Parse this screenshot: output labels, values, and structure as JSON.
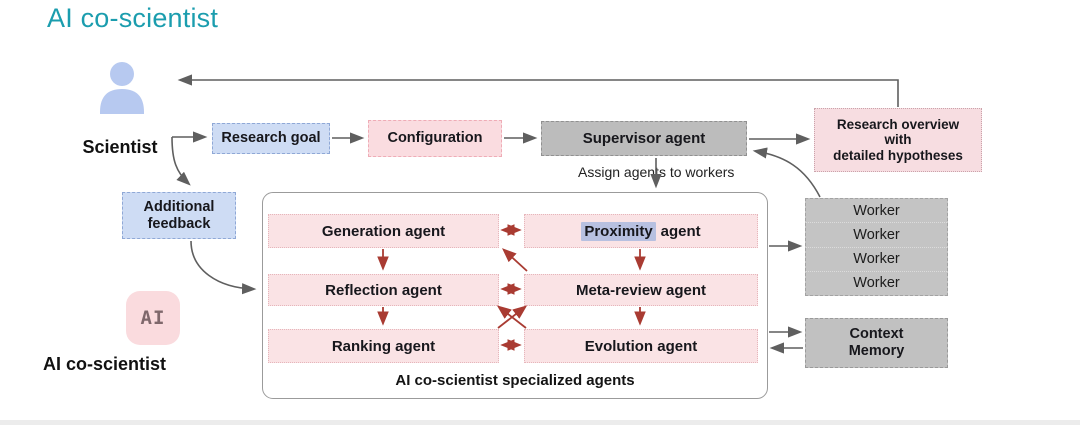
{
  "title": "AI co-scientist",
  "colors": {
    "accent_teal": "#1b9dae",
    "blue_box": "#cedcf4",
    "pink_box": "#fadce0",
    "gray_box": "#bcbcbc",
    "red_arrow": "#a93b32",
    "gray_arrow": "#616161",
    "highlight": "#b7c0e0"
  },
  "actors": {
    "scientist_label": "Scientist",
    "ai_badge_text": "AI",
    "ai_label": "AI co-scientist"
  },
  "boxes": {
    "research_goal": "Research goal",
    "configuration": "Configuration",
    "supervisor": "Supervisor agent",
    "research_overview": {
      "lines": [
        "Research overview",
        "with",
        "detailed hypotheses"
      ]
    },
    "additional_feedback": {
      "lines": [
        "Additional",
        "feedback"
      ]
    },
    "context_memory": {
      "lines": [
        "Context",
        "Memory"
      ]
    }
  },
  "annotations": {
    "assign_workers": "Assign agents to workers"
  },
  "agents_panel": {
    "caption": "AI co-scientist specialized agents",
    "agents": {
      "generation": "Generation agent",
      "proximity_highlight": "Proximity",
      "proximity_rest": "agent",
      "reflection": "Reflection agent",
      "meta_review": "Meta-review agent",
      "ranking": "Ranking agent",
      "evolution": "Evolution agent"
    }
  },
  "workers": [
    "Worker",
    "Worker",
    "Worker",
    "Worker"
  ]
}
